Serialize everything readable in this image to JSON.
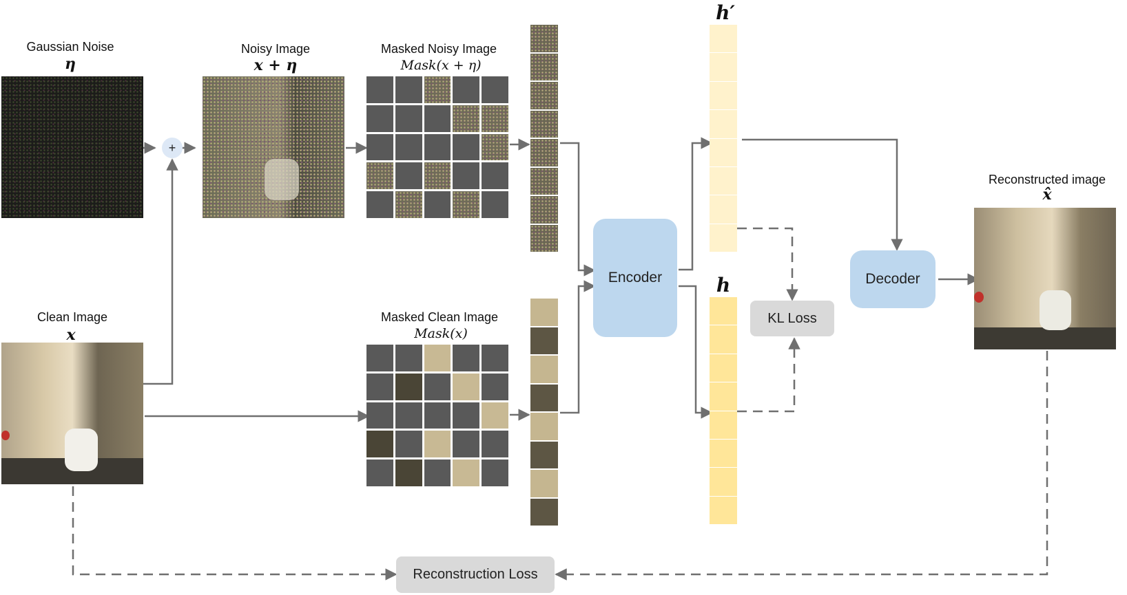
{
  "labels": {
    "gaussian_noise": "Gaussian Noise",
    "eta": "η",
    "noisy_image": "Noisy Image",
    "x_plus_eta": "x + η",
    "masked_noisy_image": "Masked Noisy Image",
    "mask_x_eta": "Mask(x + η)",
    "clean_image": "Clean Image",
    "x": "x",
    "masked_clean_image": "Masked Clean Image",
    "mask_x": "Mask(x)",
    "h_prime": "h′",
    "h": "h",
    "reconstructed_image": "Reconstructed image",
    "x_hat": "x̂",
    "plus": "+"
  },
  "boxes": {
    "encoder": "Encoder",
    "decoder": "Decoder",
    "kl_loss": "KL Loss",
    "reconstruction_loss": "Reconstruction Loss"
  },
  "colors": {
    "encoder_fill": "#bdd7ee",
    "loss_fill": "#d9d9d9",
    "h_prime_fill": "#fff2cc",
    "h_fill": "#ffe699",
    "mask_cell": "#595959",
    "arrow": "#6f6f6f"
  }
}
